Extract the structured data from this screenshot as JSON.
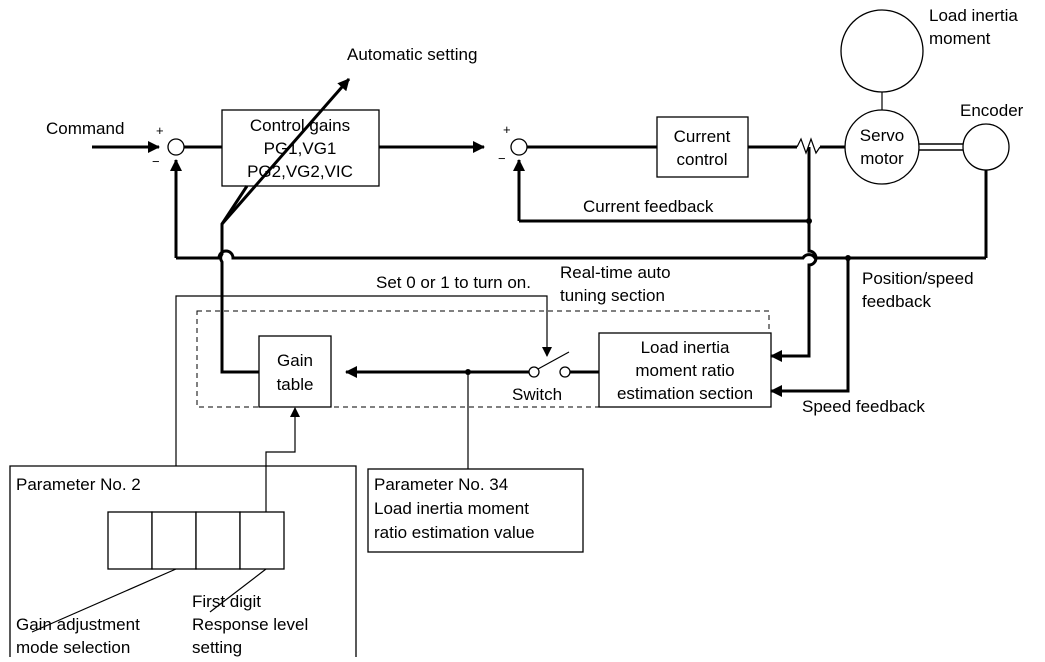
{
  "labels": {
    "automatic_setting": "Automatic setting",
    "command": "Command",
    "plus": "+",
    "minus": "−",
    "control_gains": [
      "Control gains",
      "PG1,VG1",
      "PG2,VG2,VIC"
    ],
    "current_control": [
      "Current",
      "control"
    ],
    "servo_motor": [
      "Servo",
      "motor"
    ],
    "load_inertia_moment": [
      "Load inertia",
      "moment"
    ],
    "encoder": "Encoder",
    "current_feedback": "Current feedback",
    "position_speed_feedback": [
      "Position/speed",
      "feedback"
    ],
    "set_on": "Set 0 or 1 to turn on.",
    "realtime_section": [
      "Real-time auto",
      "tuning section"
    ],
    "gain_table": [
      "Gain",
      "table"
    ],
    "estimation_section": [
      "Load inertia",
      "moment ratio",
      "estimation section"
    ],
    "switch": "Switch",
    "speed_feedback": "Speed feedback",
    "param2": "Parameter No. 2",
    "param34": [
      "Parameter No. 34",
      "Load inertia moment",
      "ratio estimation value"
    ],
    "first_digit": [
      "First digit",
      "Response level",
      "setting"
    ],
    "gain_adjust": [
      "Gain adjustment",
      "mode selection"
    ]
  }
}
